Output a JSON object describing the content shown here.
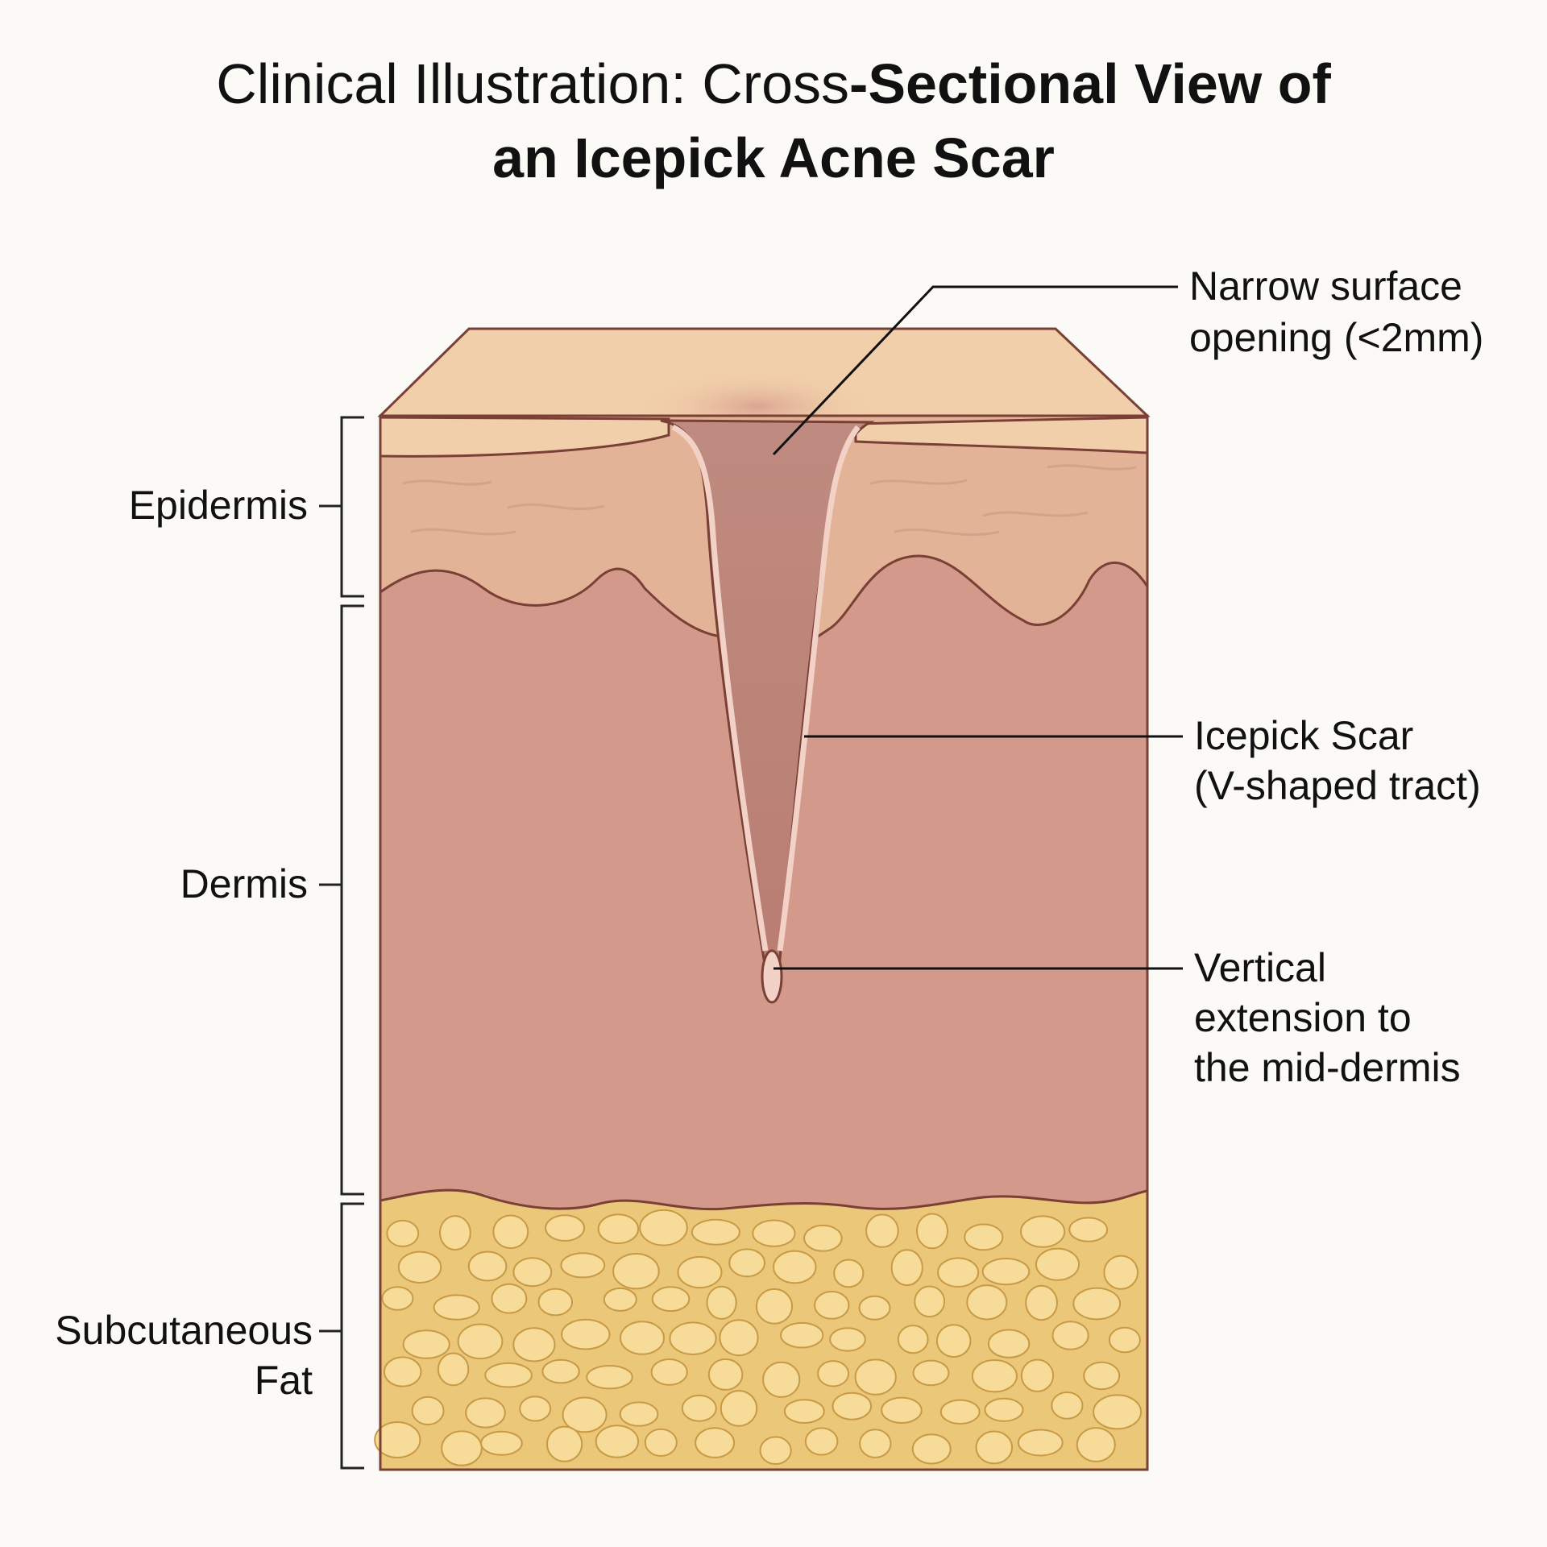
{
  "title": {
    "line1_light": "Clinical Illustration: Cross",
    "line1_bold": "-Sectional View of",
    "line2": "an Icepick Acne Scar"
  },
  "layers": {
    "epidermis": "Epidermis",
    "dermis": "Dermis",
    "fat_line1": "Subcutaneous",
    "fat_line2": "Fat"
  },
  "callouts": {
    "opening": {
      "line1": "Narrow surface",
      "line2": "opening (<2mm)"
    },
    "scar": {
      "line1": "Icepick Scar",
      "line2": "(V-shaped tract)"
    },
    "extension": {
      "line1": "Vertical",
      "line2": "extension to",
      "line3": "the mid-dermis"
    }
  },
  "colors": {
    "surface": "#f1cfaa",
    "epidermis": "#e2b397",
    "dermis": "#d3998a",
    "fat": "#ebc77a",
    "fat_cell": "#f6dc98",
    "scar_tract": "#c48c7f",
    "outline": "#7a3f35"
  }
}
